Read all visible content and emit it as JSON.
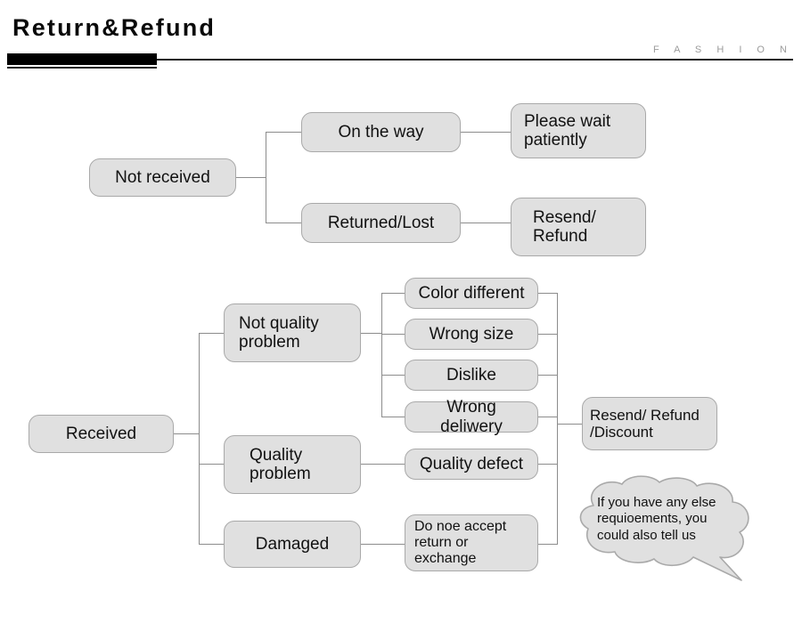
{
  "header": {
    "title": "Return&Refund",
    "brand": "F A S H I O N"
  },
  "flow_not_received": {
    "root": "Not received",
    "branches": [
      {
        "label": "On the way",
        "result": "Please wait\npatiently"
      },
      {
        "label": "Returned/Lost",
        "result": "Resend/\nRefund"
      }
    ]
  },
  "flow_received": {
    "root": "Received",
    "categories": [
      {
        "label": "Not quality\nproblem",
        "reasons": [
          "Color different",
          "Wrong size",
          "Dislike",
          "Wrong deliwery"
        ]
      },
      {
        "label": "Quality\nproblem",
        "reasons": [
          "Quality defect"
        ]
      },
      {
        "label": "Damaged",
        "reasons": [
          "Do noe accept\nreturn or\nexchange"
        ]
      }
    ],
    "reasons": [
      "Color different",
      "Wrong size",
      "Dislike",
      "Wrong deliwery",
      "Quality defect",
      "Do noe accept\nreturn or\nexchange"
    ],
    "outcome": "Resend/ Refund\n/Discount"
  },
  "note_bubble": {
    "text": "If you have any else\nrequioements, you\ncould also tell us"
  },
  "colors": {
    "node_fill": "#e0e0e0",
    "node_border": "#a9a9a9",
    "connector": "#8c8c8c",
    "text": "#111111",
    "brand_text": "#9b9b9b",
    "rule": "#000000"
  }
}
